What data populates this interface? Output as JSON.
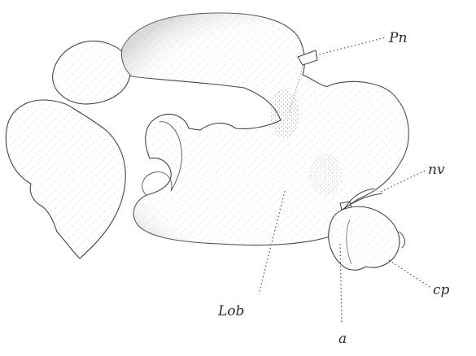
{
  "figure": {
    "labels": {
      "pn": "Pn",
      "nv": "nv",
      "cp": "cp",
      "a": "a",
      "lob": "Lob"
    }
  }
}
